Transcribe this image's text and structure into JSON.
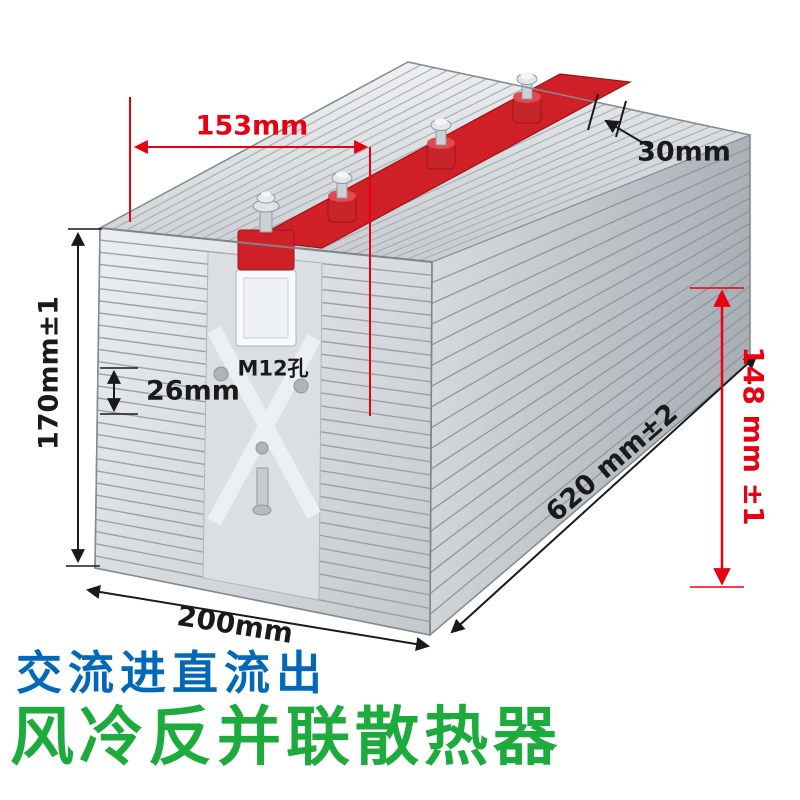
{
  "colors": {
    "dimension_red": "#e60012",
    "dimension_black": "#1a1a1a",
    "caption_blue": "#0068b7",
    "caption_green": "#1cab3c",
    "clamp_red": "#cf2027",
    "metal_light": "#eceff1",
    "metal_dark": "#a9afb5"
  },
  "dimensions": {
    "top_length": "153mm",
    "fin_pitch": "30mm",
    "height": "170mm±1",
    "slot": "26mm",
    "hole": "M12孔",
    "length": "620 mm±2",
    "side_height": "148 mm ±1",
    "width": "200mm"
  },
  "captions": {
    "line1": "交流进直流出",
    "line2": "风冷反并联散热器"
  }
}
